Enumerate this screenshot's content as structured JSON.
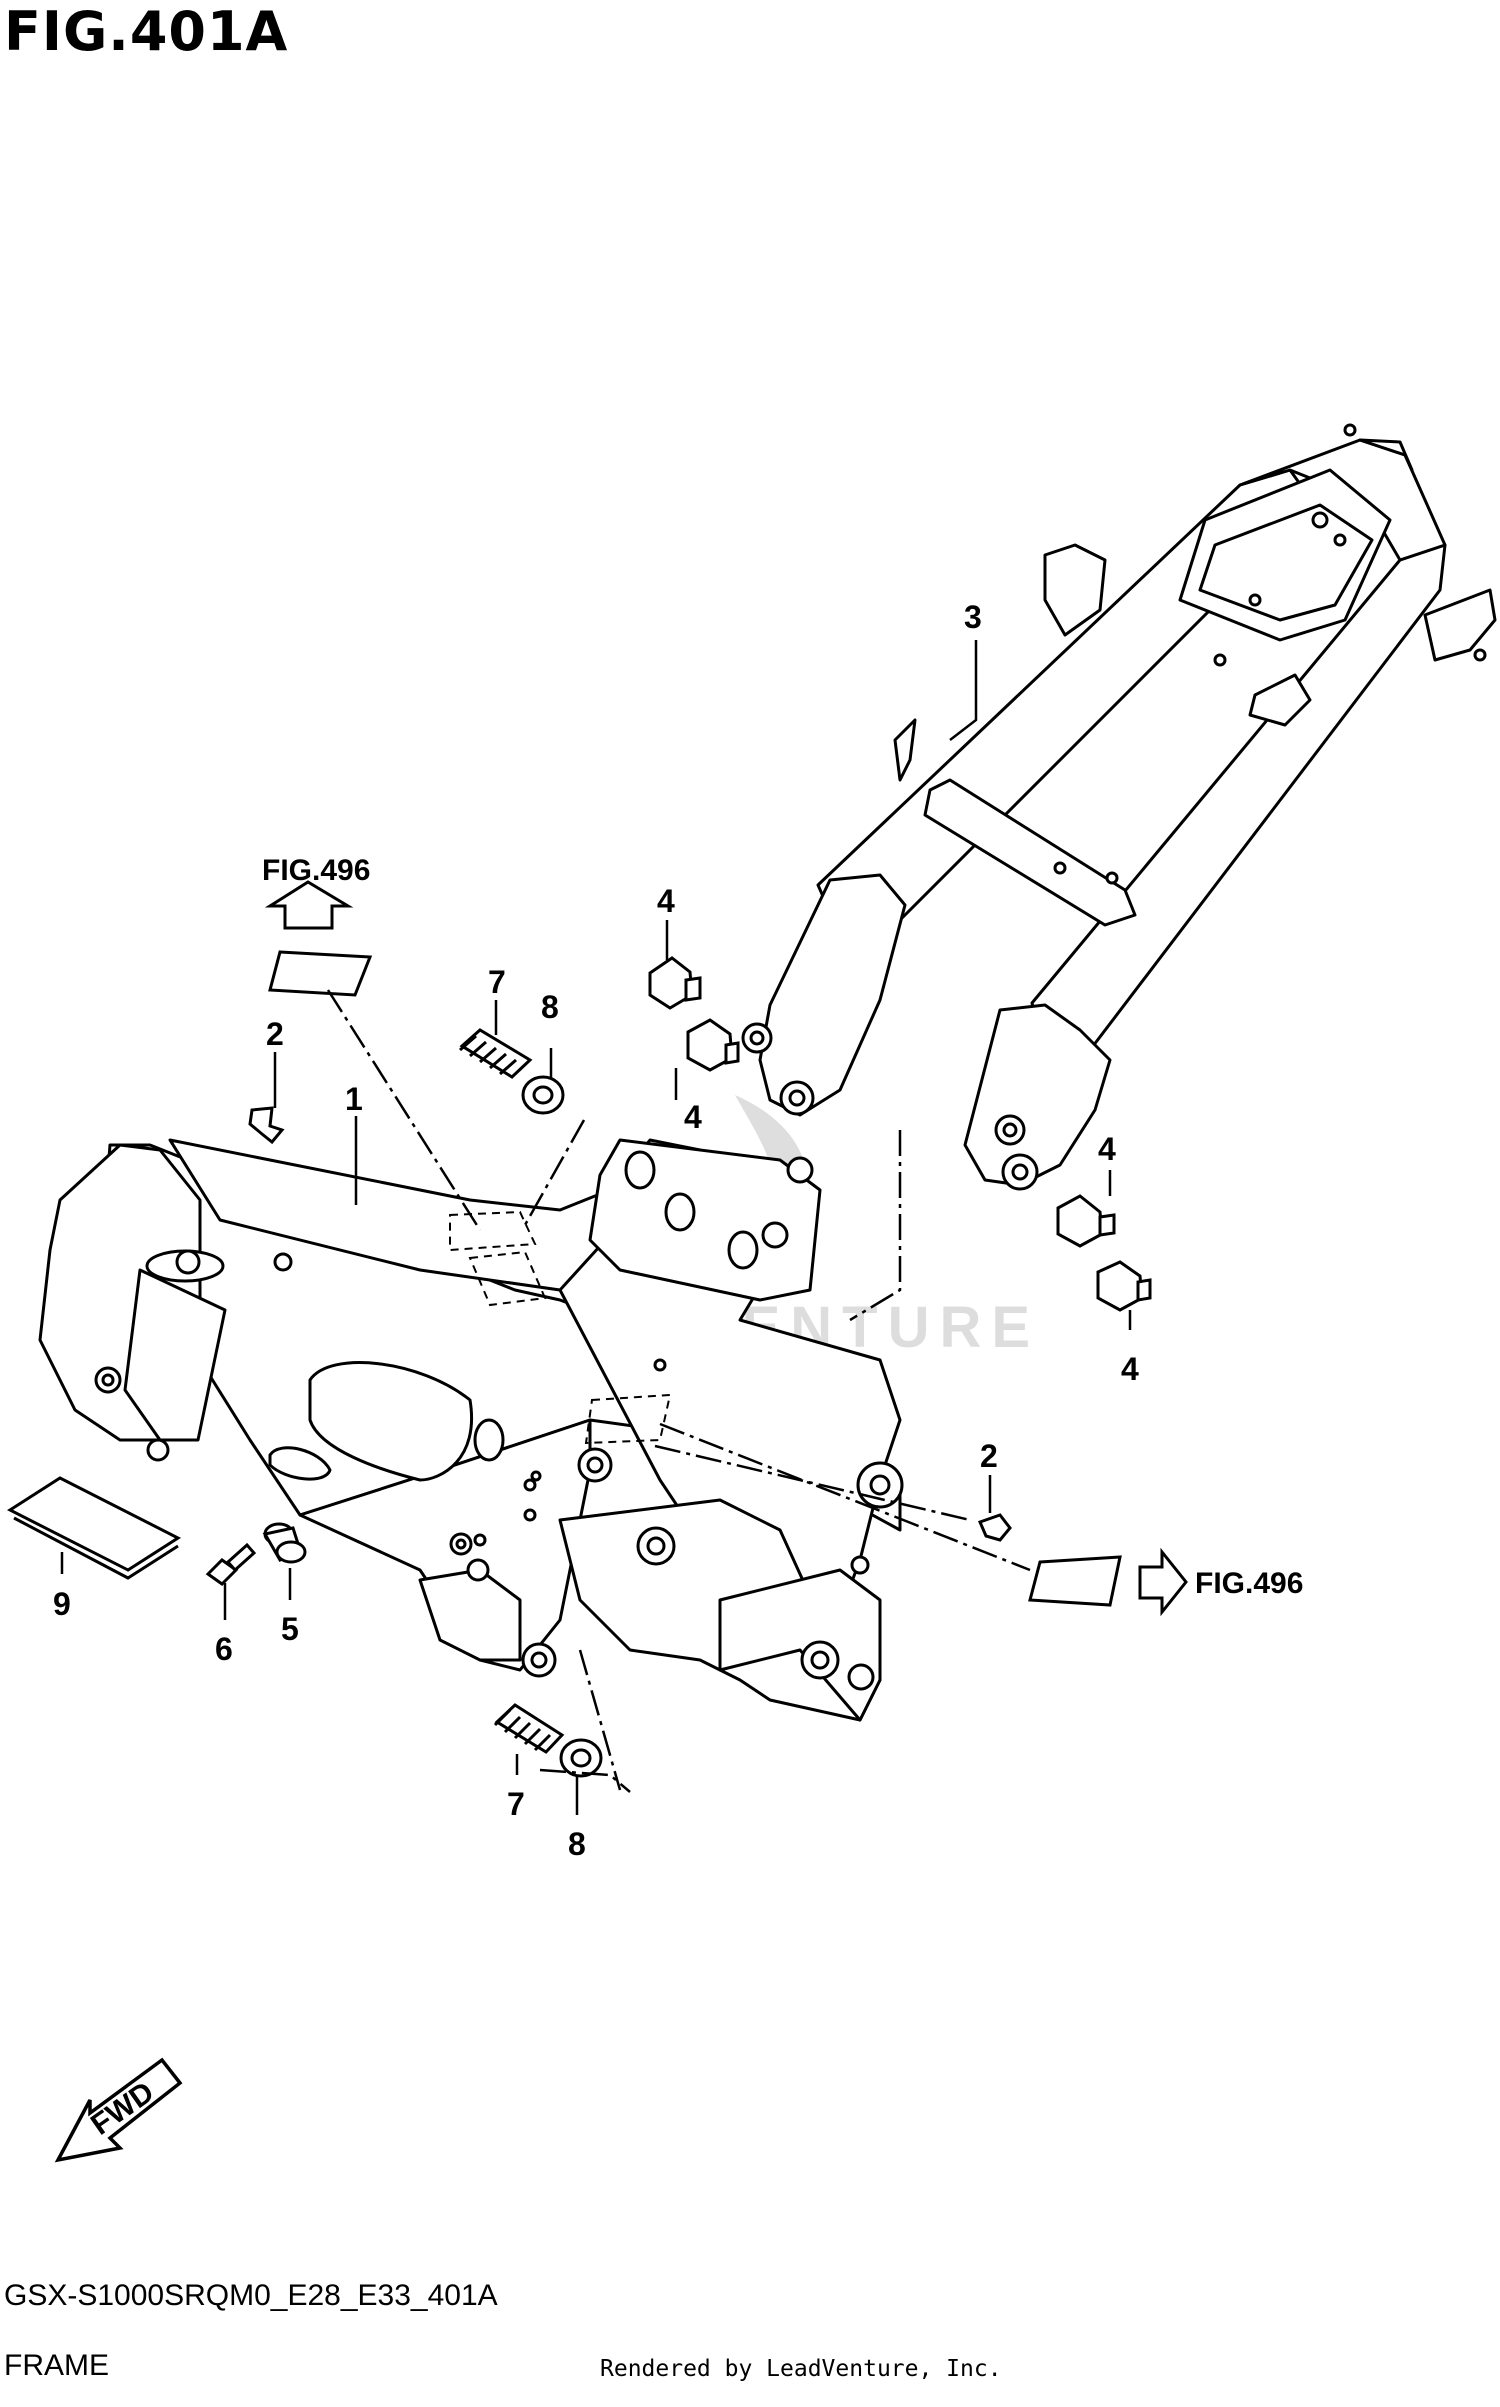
{
  "figure": {
    "title": "FIG.401A",
    "code": "GSX-S1000SRQM0_E28_E33_401A",
    "name": "FRAME",
    "credit": "Rendered by LeadVenture, Inc.",
    "watermark": "LEADVENTURE"
  },
  "references": {
    "top": "FIG.496",
    "right": "FIG.496"
  },
  "direction_label": "FWD",
  "callouts": [
    {
      "id": "c3",
      "label": "3"
    },
    {
      "id": "c4a",
      "label": "4"
    },
    {
      "id": "c4b",
      "label": "4"
    },
    {
      "id": "c4c",
      "label": "4"
    },
    {
      "id": "c4d",
      "label": "4"
    },
    {
      "id": "c7a",
      "label": "7"
    },
    {
      "id": "c8a",
      "label": "8"
    },
    {
      "id": "c2a",
      "label": "2"
    },
    {
      "id": "c1",
      "label": "1"
    },
    {
      "id": "c2b",
      "label": "2"
    },
    {
      "id": "c9",
      "label": "9"
    },
    {
      "id": "c6",
      "label": "6"
    },
    {
      "id": "c5",
      "label": "5"
    },
    {
      "id": "c7b",
      "label": "7"
    },
    {
      "id": "c8b",
      "label": "8"
    }
  ]
}
